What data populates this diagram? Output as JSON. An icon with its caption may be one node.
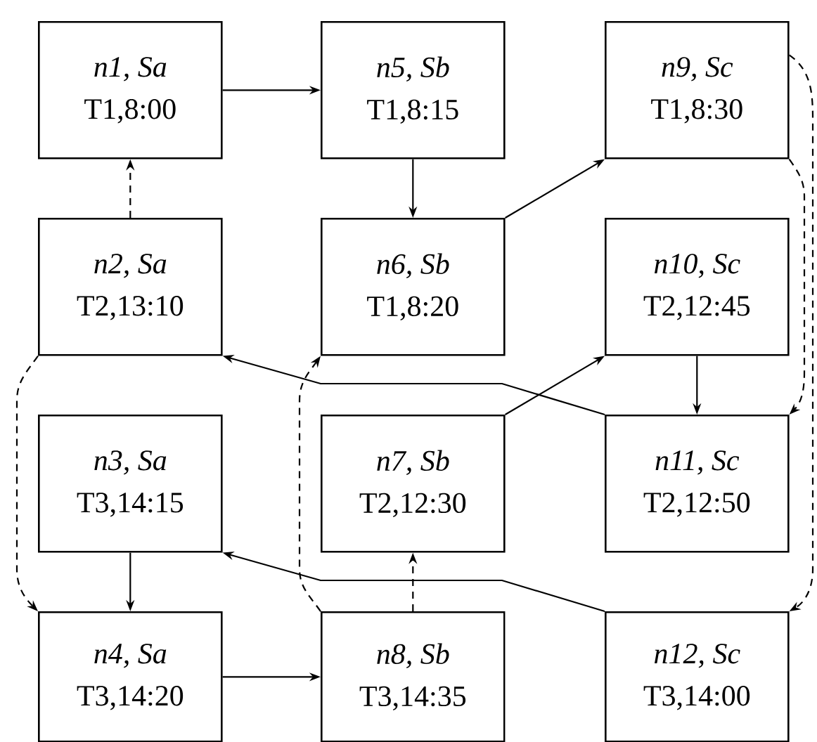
{
  "diagram": {
    "nodes": [
      {
        "text": [
          "n1, Sa",
          "T1,8:00"
        ]
      },
      {
        "text": [
          "n5, Sb",
          "T1,8:15"
        ]
      },
      {
        "text": [
          "n9, Sc",
          "T1,8:30"
        ]
      },
      {
        "text": [
          "n2, Sa",
          "T2,13:10"
        ]
      },
      {
        "text": [
          "n6, Sb",
          "T1,8:20"
        ]
      },
      {
        "text": [
          "n10, Sc",
          "T2,12:45"
        ]
      },
      {
        "text": [
          "n3, Sa",
          "T3,14:15"
        ]
      },
      {
        "text": [
          "n7, Sb",
          "T2,12:30"
        ]
      },
      {
        "text": [
          "n11, Sc",
          "T2,12:50"
        ]
      },
      {
        "text": [
          "n4, Sa",
          "T3,14:20"
        ]
      },
      {
        "text": [
          "n8, Sb",
          "T3,14:35"
        ]
      },
      {
        "text": [
          "n12, Sc",
          "T3,14:00"
        ]
      }
    ],
    "edges": [
      {
        "from": 0,
        "to": 1,
        "arrow": "to"
      },
      {
        "from": 1,
        "to": 4,
        "arrow": "to"
      },
      {
        "from": 4,
        "to": 2,
        "arrow": "to"
      },
      {
        "from": 3,
        "to": 0,
        "arrow": "to",
        "style": "dashed"
      },
      {
        "from": 5,
        "to": 8,
        "arrow": "to"
      },
      {
        "from": 7,
        "to": 5,
        "arrow": "to"
      },
      {
        "from": 8,
        "to": 3,
        "arrow": "to"
      },
      {
        "from": 11,
        "to": 6,
        "arrow": "to"
      },
      {
        "from": 6,
        "to": 9,
        "arrow": "to"
      },
      {
        "from": 9,
        "to": 10,
        "arrow": "to"
      },
      {
        "from": 10,
        "to": 7,
        "arrow": "to",
        "style": "dashed"
      },
      {
        "from": 3,
        "to": 9,
        "arrow": "to",
        "style": "dashed"
      },
      {
        "from": 10,
        "to": 4,
        "arrow": "to",
        "style": "dashed"
      },
      {
        "from": 2,
        "to": 8,
        "arrow": "to",
        "style": "dashed"
      },
      {
        "from": 2,
        "to": 11,
        "arrow": "to",
        "style": "dashed"
      }
    ]
  }
}
